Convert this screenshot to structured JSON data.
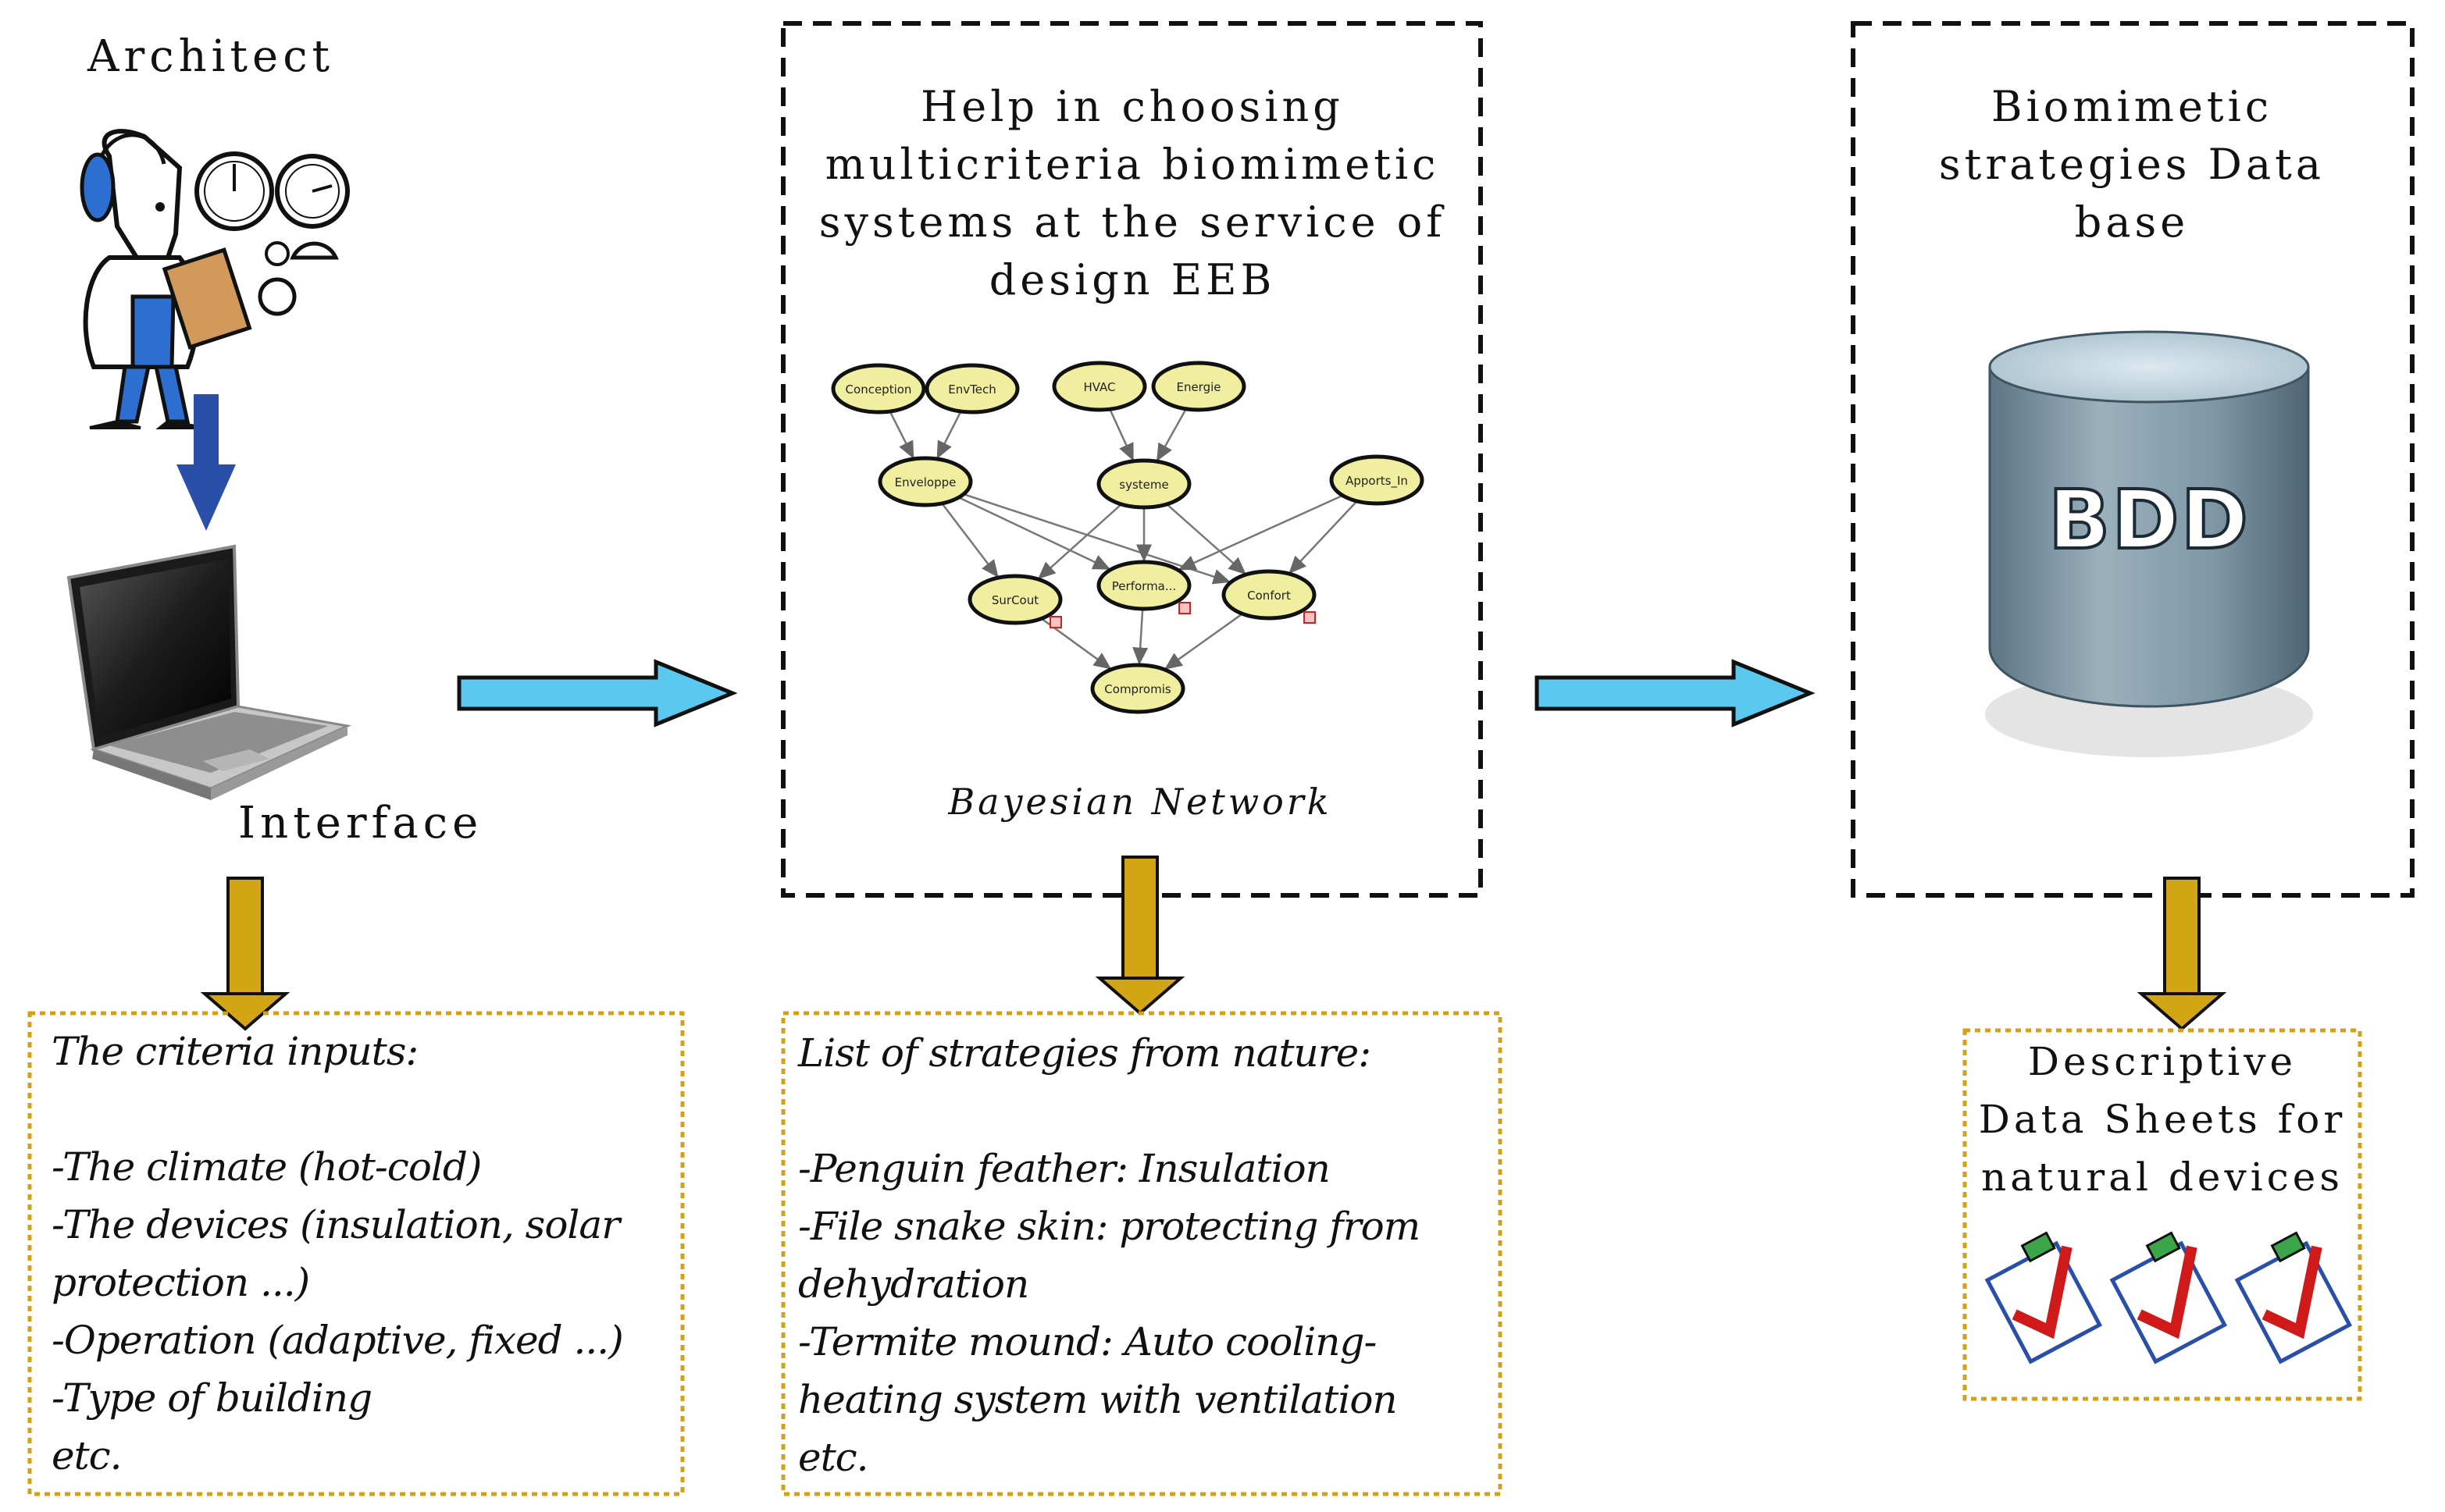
{
  "architect": {
    "label": "Architect"
  },
  "interface": {
    "label": "Interface"
  },
  "center_box": {
    "title": "Help in choosing multicriteria biomimetic systems at the service of design EEB",
    "caption": "Bayesian Network"
  },
  "network": {
    "nodes": [
      {
        "id": "conception",
        "label": "Conception"
      },
      {
        "id": "envtech",
        "label": "EnvTech"
      },
      {
        "id": "hvac",
        "label": "HVAC"
      },
      {
        "id": "energie",
        "label": "Energie"
      },
      {
        "id": "enveloppe",
        "label": "Enveloppe"
      },
      {
        "id": "systeme",
        "label": "systeme"
      },
      {
        "id": "apports",
        "label": "Apports_In"
      },
      {
        "id": "surcout",
        "label": "SurCout"
      },
      {
        "id": "performa",
        "label": "Performa..."
      },
      {
        "id": "confort",
        "label": "Confort"
      },
      {
        "id": "compromis",
        "label": "Compromis"
      }
    ]
  },
  "right_box": {
    "title": "Biomimetic strategies Data base",
    "cylinder_label": "BDD"
  },
  "criteria_box": {
    "text": "The criteria inputs:\n\n-The climate (hot-cold)\n-The devices (insulation, solar protection ...)\n-Operation (adaptive, fixed ...)\n-Type of building\netc."
  },
  "strategies_box": {
    "text": "List of strategies from nature:\n\n-Penguin feather: Insulation\n-File snake skin: protecting from dehydration\n-Termite mound: Auto cooling-heating system with ventilation\netc."
  },
  "datasheets_box": {
    "text": "Descriptive Data Sheets for natural devices"
  },
  "colors": {
    "cyan_arrow": "#5bc8ef",
    "blue_arrow": "#2a4fa8",
    "gold_arrow": "#d2a514",
    "gold_border": "#d4a017",
    "node_fill": "#f0efa0",
    "cylinder": "#7f97a6"
  }
}
